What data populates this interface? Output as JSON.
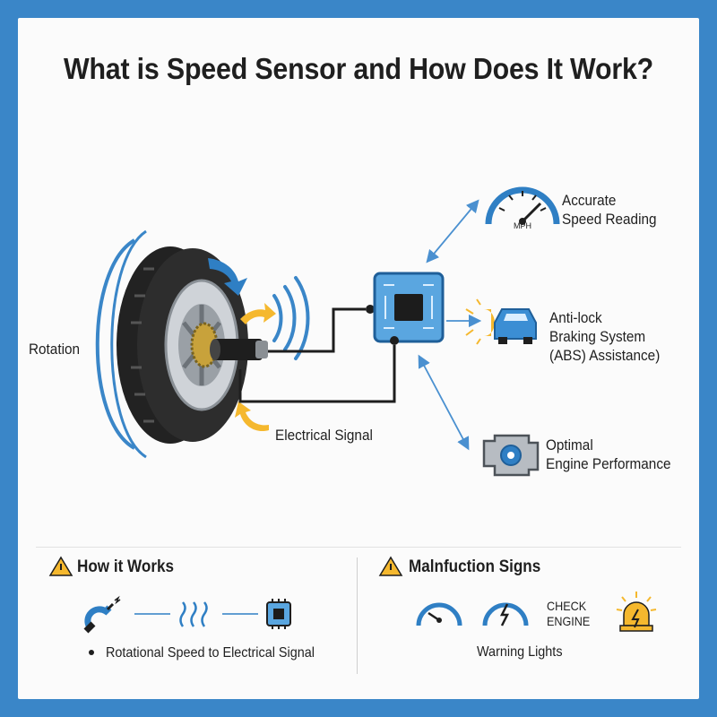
{
  "title": "What is Speed Sensor and How Does It Work?",
  "diagram": {
    "rotation_label": "Rotation",
    "signal_label": "Electrical Signal",
    "speed_gauge_unit": "MPH"
  },
  "outputs": [
    {
      "lines": [
        "Accurate",
        "Speed Reading"
      ]
    },
    {
      "lines": [
        "Anti-lock",
        "Braking System",
        "(ABS) Assistance)"
      ]
    },
    {
      "lines": [
        "Optimal",
        "Engine Performance"
      ]
    }
  ],
  "how_it_works": {
    "heading": "How it Works",
    "bullet": "Rotational Speed to Electrical Signal"
  },
  "malfunction": {
    "heading": "Malnfuction Signs",
    "check_engine": [
      "CHECK",
      "ENGINE"
    ],
    "caption": "Warning Lights"
  },
  "colors": {
    "frame": "#3a86c8",
    "accent_blue": "#2f7fc4",
    "accent_yellow": "#f5b82e",
    "tire": "#2b2b2b"
  }
}
